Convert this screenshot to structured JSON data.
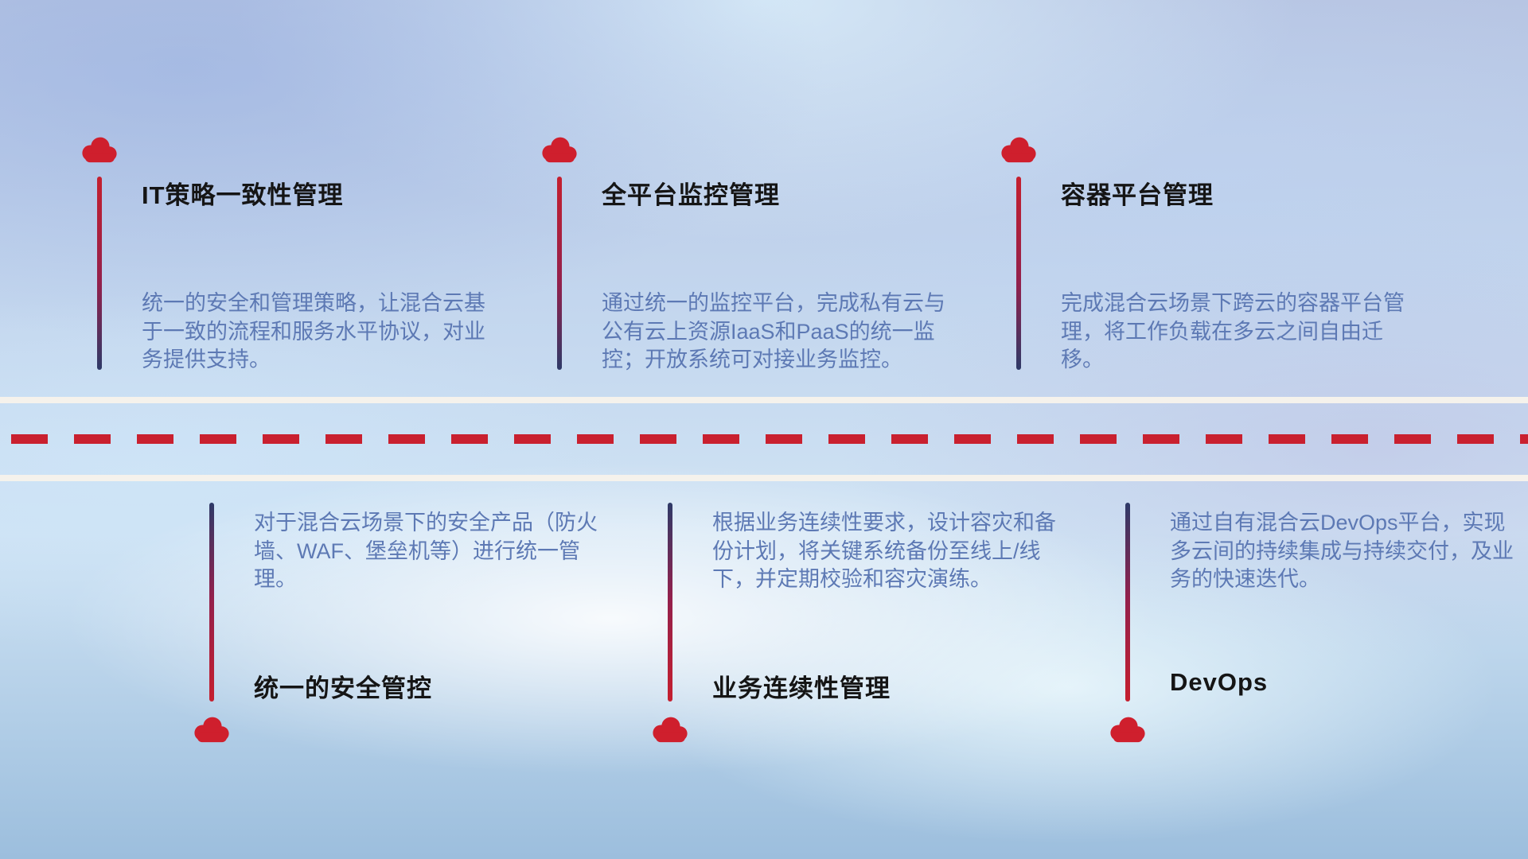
{
  "colors": {
    "accent_red": "#c9202f",
    "line_navy": "#2e3a68",
    "title_text": "#151515",
    "desc_text": "#5d79b4",
    "road_edge": "#f5f2ec"
  },
  "items": [
    {
      "title": "IT策略一致性管理",
      "desc": "统一的安全和管理策略，让混合云基于一致的流程和服务水平协议，对业务提供支持。"
    },
    {
      "title": "全平台监控管理",
      "desc": "通过统一的监控平台，完成私有云与公有云上资源IaaS和PaaS的统一监控；开放系统可对接业务监控。"
    },
    {
      "title": "容器平台管理",
      "desc": "完成混合云场景下跨云的容器平台管理，将工作负载在多云之间自由迁移。"
    },
    {
      "title": "统一的安全管控",
      "desc": "对于混合云场景下的安全产品（防火墙、WAF、堡垒机等）进行统一管理。"
    },
    {
      "title": "业务连续性管理",
      "desc": "根据业务连续性要求，设计容灾和备份计划，将关键系统备份至线上/线下，并定期校验和容灾演练。"
    },
    {
      "title": "DevOps",
      "desc": "通过自有混合云DevOps平台，实现多云间的持续集成与持续交付，及业务的快速迭代。"
    }
  ]
}
